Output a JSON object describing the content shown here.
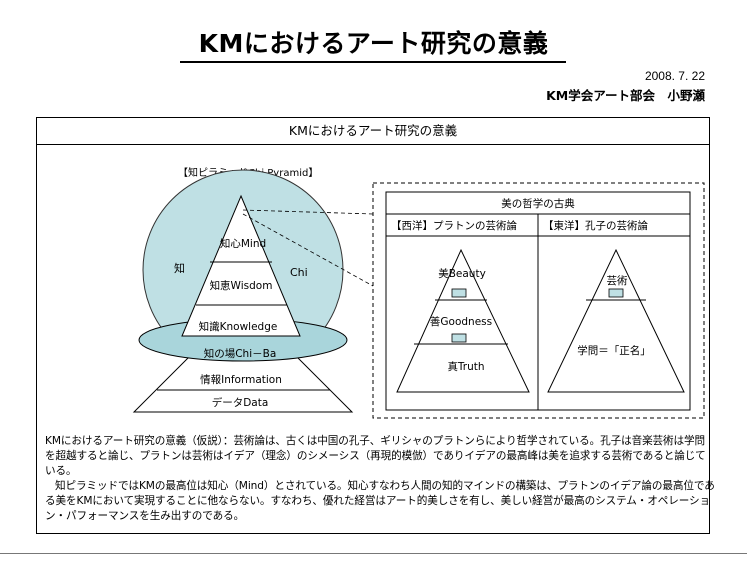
{
  "title": "KMにおけるアート研究の意義",
  "date": "2008. 7. 22",
  "author": "KM学会アート部会　小野瀬",
  "box_header": "KMにおけるアート研究の意義",
  "pyramid": {
    "label": "【知ピラミッドChi Pyramid】",
    "sphere_left": "知",
    "sphere_right": "Chi",
    "levels": [
      "知心Mind",
      "知恵Wisdom",
      "知識Knowledge",
      "知の場Chi－Ba",
      "情報Information",
      "データData"
    ]
  },
  "philosophy": {
    "title": "美の哲学の古典",
    "west": {
      "heading": "【西洋】プラトンの芸術論",
      "levels": [
        "美Beauty",
        "善Goodness",
        "真Truth"
      ]
    },
    "east": {
      "heading": "【東洋】孔子の芸術論",
      "levels": [
        "芸術",
        "学問＝「正名」"
      ]
    }
  },
  "body": {
    "p1": "KMにおけるアート研究の意義（仮説）：芸術論は、古くは中国の孔子、ギリシャのプラトンらにより哲学されている。孔子は音楽芸術は学問を超越すると論じ、プラトンは芸術はイデア（理念）のシメーシス（再現的模倣）でありイデアの最高峰は美を追求する芸術であると論じている。",
    "p2": "知ピラミッドではKMの最高位は知心（Mind）とされている。知心すなわち人間の知的マインドの構築は、プラトンのイデア論の最高位である美をKMにおいて実現することに他ならない。すなわち、優れた経営はアート的美しさを有し、美しい経営が最高のシステム・オペレーション・パフォーマンスを生み出すのである。"
  },
  "colors": {
    "sphere": "#bfe0e4",
    "ellipse": "#a9d5db"
  }
}
